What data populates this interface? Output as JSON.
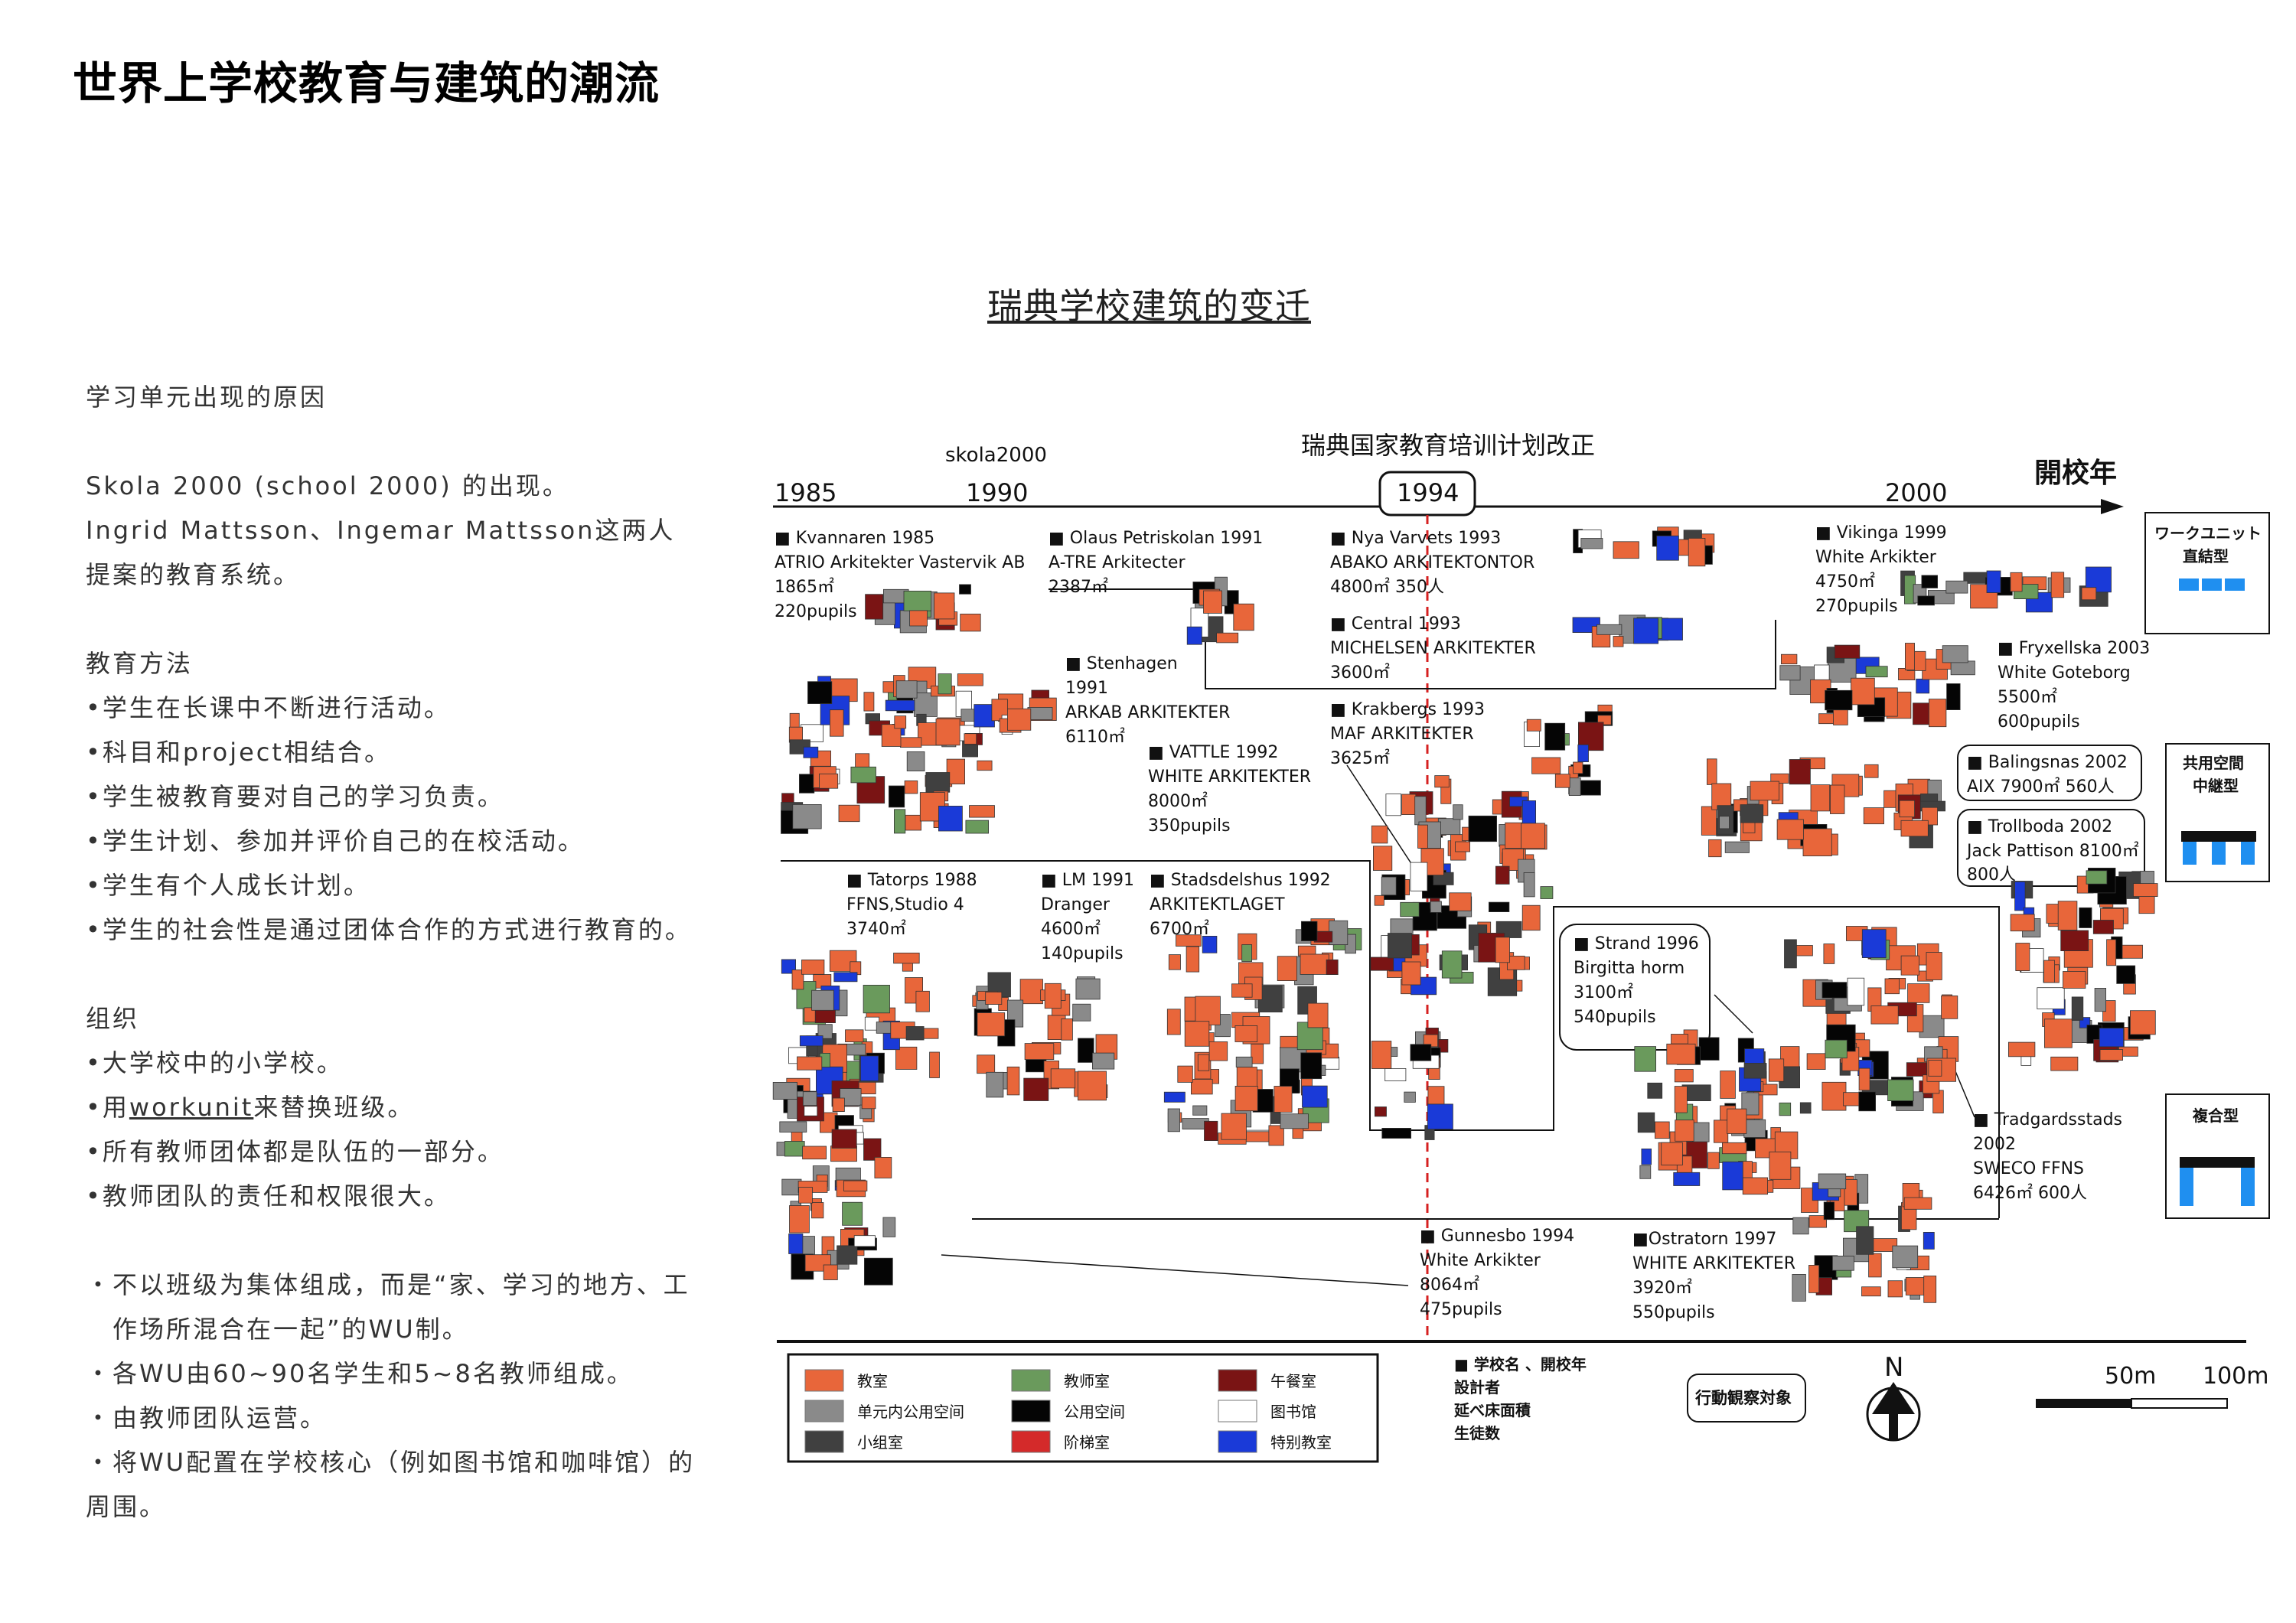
{
  "page_title": "世界上学校教育与建筑的潮流",
  "left": {
    "heading1": "学习单元出现的原因",
    "p1": [
      "Skola 2000 (school 2000) 的出现。",
      "Ingrid Mattsson、Ingemar Mattsson这两人",
      "提案的教育系统。"
    ],
    "heading2": "教育方法",
    "methods": [
      "•学生在长课中不断进行活动。",
      "•科目和project相结合。",
      "•学生被教育要对自己的学习负责。",
      "•学生计划、参加并评价自己的在校活动。",
      "•学生有个人成长计划。",
      "•学生的社会性是通过团体合作的方式进行教育的。"
    ],
    "heading3": "组织",
    "org": [
      "•大学校中的小学校。",
      "•所有教师团体都是队伍的一部分。",
      "•教师团队的责任和权限很大。"
    ],
    "org_use_prefix": "•用",
    "org_use_link": "workunit",
    "org_use_suffix": "来替换班级。",
    "notes": [
      "・不以班级为集体组成，而是“家、学习的地方、工",
      "　作场所混合在一起”的WU制。",
      "・各WU由60~90名学生和5~8名教师组成。",
      "・由教师团队运营。",
      "・将WU配置在学校核心（例如图书馆和咖啡馆）的",
      "周围。"
    ]
  },
  "diagram": {
    "title": "瑞典学校建筑的变迁",
    "skola_label": "skola2000",
    "reform_label": "瑞典国家教育培训计划改正",
    "years": [
      "1985",
      "1990",
      "1994",
      "2000"
    ],
    "axis_label": "開校年",
    "schools": [
      [
        "■ Kvannaren 1985",
        "ATRIO Arkitekter Vastervik AB",
        "1865㎡",
        "220pupils"
      ],
      [
        "■ Olaus Petriskolan 1991",
        "A-TRE Arkitecter",
        "2387㎡"
      ],
      [
        "■ Nya Varvets 1993",
        "ABAKO ARKITEKTONTOR",
        "4800㎡  350人"
      ],
      [
        "■ Central 1993",
        "MICHELSEN ARKITEKTER",
        "3600㎡"
      ],
      [
        "■ Vikinga 1999",
        "White Arkikter",
        "4750㎡",
        "270pupils"
      ],
      [
        "■ Stenhagen",
        "1991",
        "ARKAB ARKITEKTER",
        "6110㎡"
      ],
      [
        "■ Krakbergs 1993",
        "MAF ARKITEKTER",
        "3625㎡"
      ],
      [
        "■ VATTLE 1992",
        "WHITE ARKITEKTER",
        "8000㎡",
        "350pupils"
      ],
      [
        "■ Fryxellska 2003",
        "White Goteborg",
        "5500㎡",
        "600pupils"
      ],
      [
        "■ Balingsnas  2002",
        "AIX   7900㎡   560人"
      ],
      [
        "■ Trollboda 2002",
        "Jack Pattison  8100㎡",
        "800人"
      ],
      [
        "■ Tatorps 1988",
        "FFNS,Studio 4",
        "3740㎡"
      ],
      [
        "■ LM 1991",
        "Dranger",
        "4600㎡",
        "140pupils"
      ],
      [
        "■ Stadsdelshus 1992",
        "ARKITEKTLAGET",
        "6700㎡"
      ],
      [
        "■ Strand 1996",
        "Birgitta horm",
        "3100㎡",
        "540pupils"
      ],
      [
        "■ Tradgardsstads",
        "2002",
        "SWECO FFNS",
        "6426㎡   600人"
      ],
      [
        "■ Gunnesbo 1994",
        "White Arkikter",
        "8064㎡",
        "475pupils"
      ],
      [
        "■Ostratorn 1997",
        "WHITE ARKITEKTER",
        "3920㎡",
        "550pupils"
      ]
    ],
    "types": [
      [
        "ワークユニット",
        "直結型"
      ],
      [
        "共用空間",
        "中継型"
      ],
      [
        "複合型"
      ]
    ],
    "legend": [
      {
        "label": "教室",
        "color": "#e8663a"
      },
      {
        "label": "单元内公用空间",
        "color": "#8a8a8a"
      },
      {
        "label": "小组室",
        "color": "#404040"
      },
      {
        "label": "教师室",
        "color": "#6a9a5c"
      },
      {
        "label": "公用空间",
        "color": "#050505"
      },
      {
        "label": "阶梯室",
        "color": "#d42a2a"
      },
      {
        "label": "午餐室",
        "color": "#7a1414"
      },
      {
        "label": "图书馆",
        "color": "#ffffff"
      },
      {
        "label": "特别教室",
        "color": "#1a3ad8"
      }
    ],
    "key_lines": [
      "■ 学校名 、開校年",
      "設計者",
      "延べ床面積",
      "生徒数"
    ],
    "observe_label": "行動観察対象",
    "north": "N",
    "scale": [
      "50m",
      "100m"
    ]
  }
}
